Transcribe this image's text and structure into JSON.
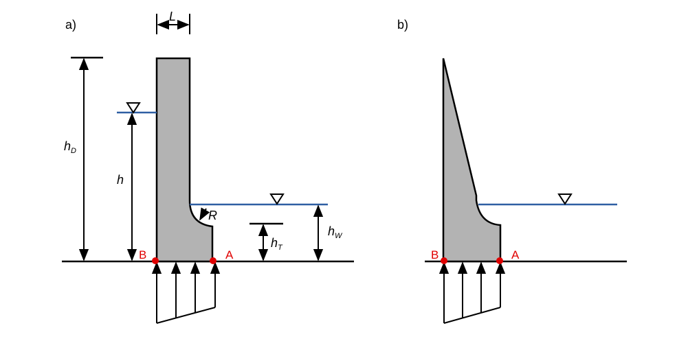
{
  "figure": {
    "panel_a": {
      "label": "a)",
      "dim_L": "L",
      "dim_hD_main": "h",
      "dim_hD_sub": "D",
      "dim_h": "h",
      "dim_R": "R",
      "dim_hT_main": "h",
      "dim_hT_sub": "T",
      "dim_hW_main": "h",
      "dim_hW_sub": "W",
      "point_B": "B",
      "point_A": "A"
    },
    "panel_b": {
      "label": "b)",
      "point_B": "B",
      "point_A": "A"
    },
    "colors": {
      "dam_fill": "#b3b3b3",
      "water_line": "#2e5fa3",
      "point_marker": "#e00000",
      "line": "#000000"
    }
  }
}
